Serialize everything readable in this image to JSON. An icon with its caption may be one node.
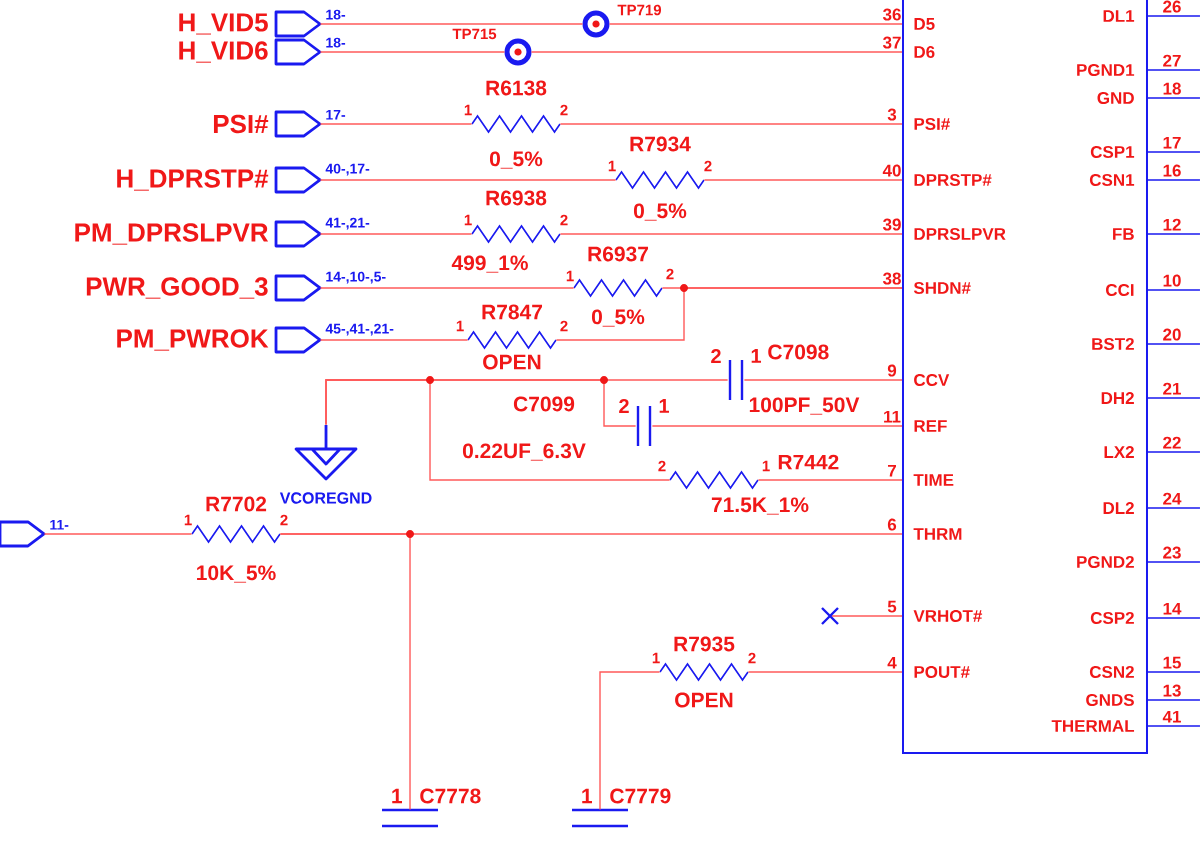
{
  "diagram": {
    "nodes": [
      {
        "text": [
          "H_VID5"
        ],
        "beside": [
          "18-"
        ]
      },
      {
        "text": [
          "H_VID6"
        ],
        "beside": [
          "18-"
        ]
      },
      {
        "text": [
          "PSI#"
        ],
        "beside": [
          "17-"
        ]
      },
      {
        "text": [
          "H_DPRSTP#"
        ],
        "beside": [
          "40-,17-"
        ]
      },
      {
        "text": [
          "PM_DPRSLPVR"
        ],
        "beside": [
          "41-,21-"
        ]
      },
      {
        "text": [
          "PWR_GOOD_3"
        ],
        "beside": [
          "14-,10-,5-"
        ]
      },
      {
        "text": [
          "PM_PWROK"
        ],
        "beside": [
          "45-,41-,21-"
        ]
      },
      {
        "text": [],
        "shape": "flag",
        "beside": [
          "11-"
        ]
      },
      {
        "text": [
          "TP719"
        ]
      },
      {
        "text": [
          "TP715"
        ]
      },
      {
        "text": [
          "R6138",
          "1",
          "2",
          "0_5%"
        ]
      },
      {
        "text": [
          "R7934",
          "1",
          "2",
          "0_5%"
        ]
      },
      {
        "text": [
          "R6938",
          "1",
          "2",
          "499_1%"
        ]
      },
      {
        "text": [
          "R6937",
          "1",
          "2",
          "0_5%"
        ]
      },
      {
        "text": [
          "R7847",
          "1",
          "2",
          "OPEN"
        ]
      },
      {
        "text": [
          "2",
          "1",
          "C7098",
          "100PF_50V"
        ]
      },
      {
        "text": [
          "C7099",
          "2",
          "1",
          "0.22UF_6.3V"
        ]
      },
      {
        "text": [
          "2",
          "1",
          "R7442",
          "71.5K_1%"
        ]
      },
      {
        "text": [
          "R7702",
          "1",
          "2",
          "10K_5%"
        ]
      },
      {
        "text": [
          "R7935",
          "1",
          "2",
          "OPEN"
        ]
      },
      {
        "text": [
          "VCOREGND"
        ]
      },
      {
        "text": [
          "1",
          "C7778"
        ]
      },
      {
        "text": [
          "1",
          "C7779"
        ]
      },
      {
        "text": [
          "D5",
          "D6",
          "PSI#",
          "DPRSTP#",
          "DPRSLPVR",
          "SHDN#",
          "CCV",
          "REF",
          "TIME",
          "THRM",
          "VRHOT#",
          "POUT#",
          "DL1",
          "PGND1",
          "GND",
          "CSP1",
          "CSN1",
          "FB",
          "CCI",
          "BST2",
          "DH2",
          "LX2",
          "DL2",
          "PGND2",
          "CSP2",
          "CSN2",
          "GNDS",
          "THERMAL"
        ],
        "beside": [
          "36",
          "37",
          "3",
          "40",
          "39",
          "38",
          "9",
          "11",
          "7",
          "6",
          "5",
          "4",
          "26",
          "27",
          "18",
          "17",
          "16",
          "12",
          "10",
          "20",
          "21",
          "22",
          "24",
          "23",
          "14",
          "15",
          "13",
          "41"
        ]
      }
    ],
    "edges": [
      {
        "from": 0,
        "to": 8,
        "arrow": "none"
      },
      {
        "from": 8,
        "to": 23,
        "arrow": "none"
      },
      {
        "from": 1,
        "to": 9,
        "arrow": "none"
      },
      {
        "from": 9,
        "to": 23,
        "arrow": "none"
      },
      {
        "from": 2,
        "to": 10,
        "arrow": "none"
      },
      {
        "from": 10,
        "to": 23,
        "arrow": "none"
      },
      {
        "from": 3,
        "to": 11,
        "arrow": "none"
      },
      {
        "from": 11,
        "to": 23,
        "arrow": "none"
      },
      {
        "from": 4,
        "to": 12,
        "arrow": "none"
      },
      {
        "from": 12,
        "to": 23,
        "arrow": "none"
      },
      {
        "from": 5,
        "to": 13,
        "arrow": "none"
      },
      {
        "from": 13,
        "to": 23,
        "arrow": "none"
      },
      {
        "from": 6,
        "to": 14,
        "arrow": "none"
      },
      {
        "from": 14,
        "to": 23,
        "arrow": "none"
      },
      {
        "from": 20,
        "to": 15,
        "arrow": "none"
      },
      {
        "from": 15,
        "to": 23,
        "arrow": "none"
      },
      {
        "from": 20,
        "to": 16,
        "arrow": "none"
      },
      {
        "from": 16,
        "to": 23,
        "arrow": "none"
      },
      {
        "from": 20,
        "to": 17,
        "arrow": "none"
      },
      {
        "from": 17,
        "to": 23,
        "arrow": "none"
      },
      {
        "from": 7,
        "to": 18,
        "arrow": "none"
      },
      {
        "from": 18,
        "to": 23,
        "arrow": "none"
      },
      {
        "from": 18,
        "to": 21,
        "arrow": "none"
      },
      {
        "from": 19,
        "to": 23,
        "arrow": "none"
      },
      {
        "from": 19,
        "to": 22,
        "arrow": "none"
      },
      {
        "from": 23,
        "to": null,
        "arrow": "none"
      }
    ]
  }
}
